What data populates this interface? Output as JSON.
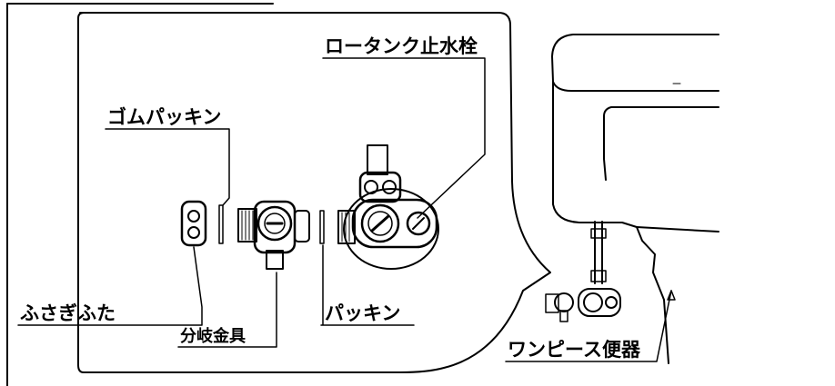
{
  "labels": {
    "rubber_packing": "ゴムパッキン",
    "low_tank_stop_valve": "ロータンク止水栓",
    "blind_cap": "ふさぎふた",
    "branch_fitting": "分岐金具",
    "packing": "パッキン",
    "one_piece_toilet": "ワンピース便器"
  }
}
